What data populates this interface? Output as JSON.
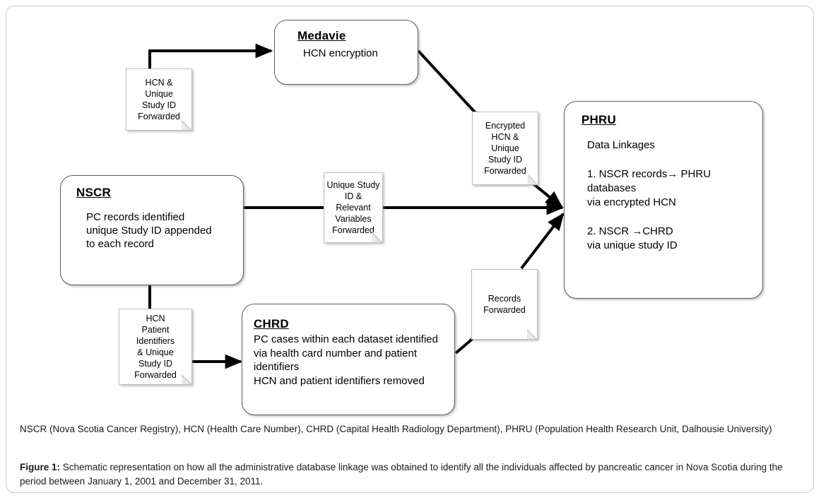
{
  "figure": {
    "boxes": [
      {
        "id": "medavie",
        "title": "Medavie",
        "body": "HCN encryption"
      },
      {
        "id": "nscr",
        "title": "NSCR",
        "body": "PC records identified\n unique Study ID appended\n  to each record"
      },
      {
        "id": "phru",
        "title": "PHRU",
        "body": "Data Linkages\n\n 1. NSCR records→  PHRU databases\nvia encrypted HCN\n\n2. NSCR →CHRD\n via unique study ID"
      },
      {
        "id": "chrd",
        "title": "CHRD",
        "body": " PC cases within each dataset identified\nvia health card number and patient\n identifiers\n  HCN and patient identifiers removed"
      }
    ],
    "documents": [
      {
        "id": "doc-hcn-unique-study-id",
        "text": "HCN &\nUnique\nStudy ID\nForwarded"
      },
      {
        "id": "doc-unique-study-id-variables",
        "text": "Unique Study\nID &\nRelevant\nVariables\nForwarded"
      },
      {
        "id": "doc-encrypted-hcn",
        "text": "Encrypted\nHCN &\nUnique\nStudy ID\nForwarded"
      },
      {
        "id": "doc-hcn-patient-identifiers",
        "text": "HCN\nPatient Identifiers\n& Unique\nStudy ID\nForwarded"
      },
      {
        "id": "doc-records-forwarded",
        "text": "Records\nForwarded"
      }
    ],
    "legend": "NSCR (Nova Scotia Cancer Registry), HCN (Health Care Number), CHRD (Capital Health Radiology Department), PHRU (Population Health Research Unit, Dalhousie University)",
    "caption_label": "Figure 1:",
    "caption_text": " Schematic representation on how all the administrative database linkage was obtained to identify all the individuals affected by pancreatic cancer in Nova Scotia during the period between January 1, 2001 and December 31, 2011.",
    "colors": {
      "line": "#000000",
      "box_border": "#5d5d5d",
      "doc_border": "#bdbdbd",
      "frame": "#c9c9c9",
      "background": "#ffffff"
    }
  }
}
